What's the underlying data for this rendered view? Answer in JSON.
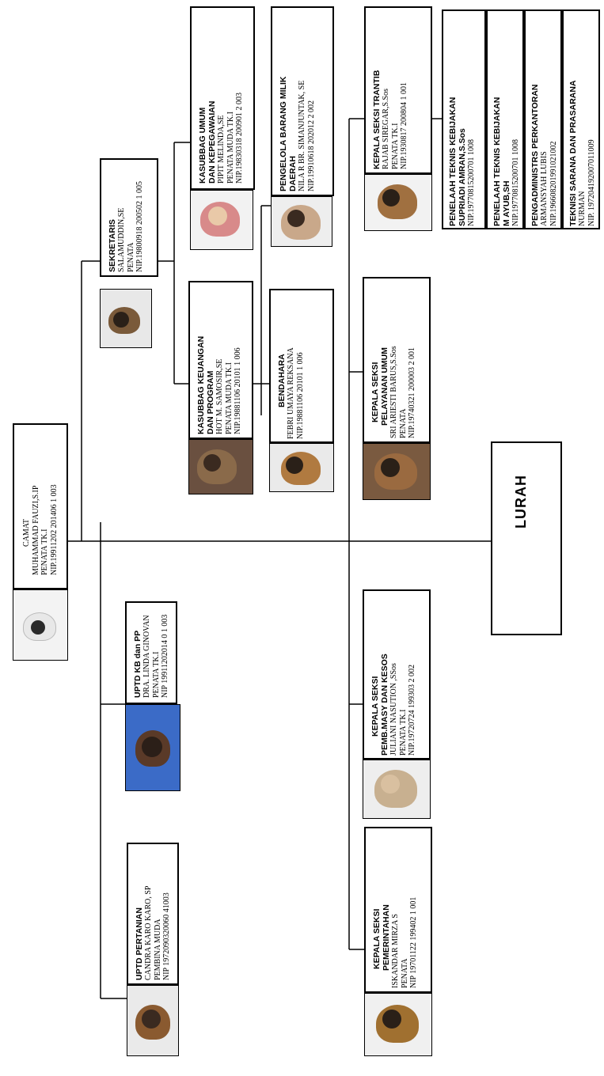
{
  "camat": {
    "title": "CAMAT",
    "name": "MUHAMMAD FAUZI,S.IP",
    "rank": "PENATA TK.I",
    "nip": "NIP.19911202 201406 1 003"
  },
  "uptd_pertanian": {
    "title": "UPTD PERTANIAN",
    "name": "CANDRA KARO KARO, SP",
    "rank": "PEMBINA MUDA",
    "nip": "NIP 1972090320060 41003"
  },
  "uptd_kb": {
    "title": "UPTD KB dan PP",
    "name": "DRA. LINDA GINOVAN",
    "rank": "PENATA TK.I",
    "nip": "NIP 19911202014 0 1 003"
  },
  "sekretaris": {
    "title": "SEKRETARIS",
    "name": "SALAMUDDIN,SE",
    "rank": "PENATA",
    "nip": "NIP.19800918 200502 1 005"
  },
  "kasubbag_keuangan": {
    "title1": "KASUBBAG KEUANGAN",
    "title2": "DAN PROGRAM",
    "name": "HOT M. SAMOSIR,SE",
    "rank": "PENATA  MUDA TK.I",
    "nip": "NIP.19881106 20101 1 006"
  },
  "kasubbag_umum": {
    "title1": "KASUBBAG UMUM",
    "title2": "DAN KEPEGAWAIAN",
    "name": "PIPIT MELINDA,SE",
    "rank": "PENATA MUDA TK.I",
    "nip": "NIP.19830318 200901 2 003"
  },
  "bendahara": {
    "title": "BENDAHARA",
    "name": "FEBRI UMAYA REKSANA",
    "nip": "NIP.19881106 20101 1 006"
  },
  "pengelola": {
    "title1": "PENGELOLA BARANG  MILIK",
    "title2": "DAERAH",
    "name": "NILA R BR. SIMANJUNTAK, SE",
    "nip": "NIP.19910618 202012 2 002"
  },
  "kasi_pemerintahan": {
    "title1": "KEPALA SEKSI",
    "title2": "PEMERINTAHAN",
    "name": "ISKANDAR MIRZA  S",
    "rank": "PENATA",
    "nip": "NIP 19701122 199402 1 001"
  },
  "kasi_pemb": {
    "title1": "KEPALA SEKSI",
    "title2": "PEMB.MASY DAN KESOS",
    "name": "JULIANI NASUTION ,SSos",
    "rank": "PENATA TK.I",
    "nip": "NIP.19720724 199303 2 002"
  },
  "kasi_pelayanan": {
    "title1": "KEPALA SEKSI",
    "title2": "PELAYANAN UMUM",
    "name": "SRI ARIESTI BARUS,S.Sos",
    "rank": "PENATA",
    "nip": "NIP.19740321 200003 2 001"
  },
  "kasi_trantib": {
    "title": "KEPALA SEKSI TRANTIB",
    "name": "RAJAB SIREGAR,S.Sos",
    "rank": "PENATA  TK.I",
    "nip": "NIP.1930817 200804 1 001"
  },
  "penelaah1": {
    "title1": "PENELAAH TEKNIS KEBIJAKAN",
    "title2": "SUPRIADI AMRAN,S.Sos",
    "nip": "NIP.19770815200701 1008"
  },
  "penelaah2": {
    "title1": "PENELAAH TEKNIS KEBIJAKAN",
    "title2": "M AYUB,SH",
    "nip": "NIP.19770815200701 1008"
  },
  "pengadministrasi": {
    "title": "PENGADMINISTRS PERKANTORAN",
    "name": "ARMANSYAH LUBIS",
    "nip": "NIP.196608201991021002"
  },
  "teknisi": {
    "title": "TEKNISI SARANA  DAN PRASARANA",
    "name": "NURMAN",
    "nip": "NIP. 197204192007011009"
  },
  "lurah": {
    "label": "LURAH"
  }
}
